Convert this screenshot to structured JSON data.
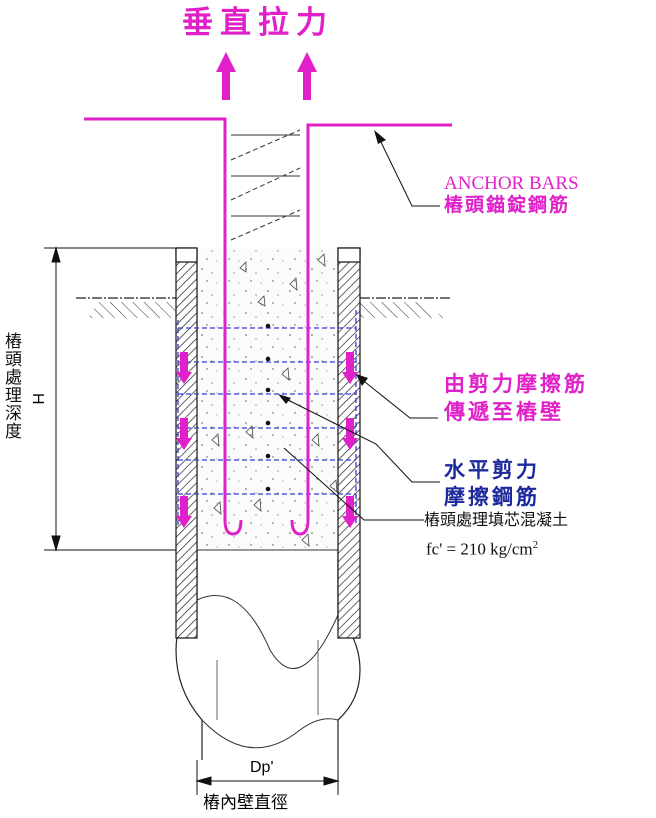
{
  "title": "垂直拉力",
  "labels": {
    "anchor_bars_en": "ANCHOR BARS",
    "anchor_bars_zh": "樁頭錨錠鋼筋",
    "shear_transfer_line1": "由剪力摩擦筋",
    "shear_transfer_line2": "傳遞至樁壁",
    "horizontal_line1": "水平剪力",
    "horizontal_line2": "摩擦鋼筋",
    "infill_concrete": "樁頭處理填芯混凝土",
    "fc_prefix": "fc' = 210 kg/cm",
    "fc_exponent": "2",
    "depth_label": "樁頭處理深度",
    "depth_symbol": "H",
    "inner_diameter_symbol": "Dp'",
    "inner_diameter_label": "樁內壁直徑"
  },
  "colors": {
    "anchor": "#e020c8",
    "hoop": "#3a3ad0",
    "navy_text": "#1c2a9c",
    "outline": "#111111"
  }
}
